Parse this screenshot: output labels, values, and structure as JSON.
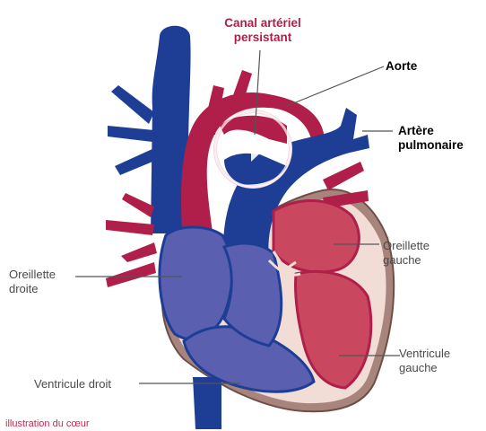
{
  "colors": {
    "oxygen_poor": "#1e3e96",
    "oxygen_rich": "#b01e4a",
    "right_chamber": "#5a5fb0",
    "left_chamber": "#c9485f",
    "pericardium": "#a8857c",
    "pericardium_light": "#f2ddd6",
    "label_accent": "#b01e4a"
  },
  "labels": {
    "pda": "Canal artériel persistant",
    "aorta": "Aorte",
    "pulmonary_artery": "Artère pulmonaire",
    "left_atrium": "Oreillette gauche",
    "right_atrium": "Oreillette droite",
    "left_ventricle": "Ventricule gauche",
    "right_ventricle": "Ventricule droit"
  },
  "caption": "illustration du cœur"
}
